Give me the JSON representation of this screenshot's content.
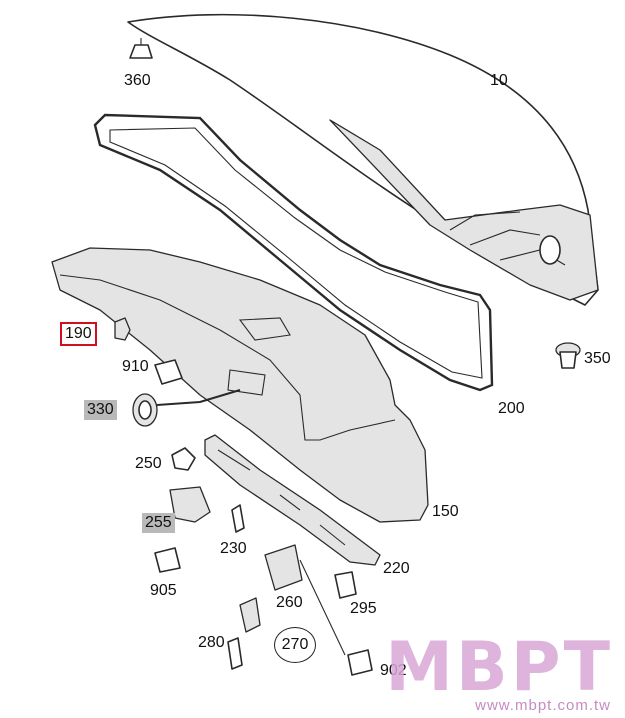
{
  "callouts": {
    "p10": "10",
    "p150": "150",
    "p190": "190",
    "p200": "200",
    "p220": "220",
    "p230": "230",
    "p250": "250",
    "p255": "255",
    "p260": "260",
    "p270": "270",
    "p280": "280",
    "p295": "295",
    "p330": "330",
    "p350": "350",
    "p360": "360",
    "p902": "902",
    "p905": "905",
    "p910": "910"
  },
  "watermark": {
    "brand": "MBPT",
    "url": "www.mbpt.com.tw",
    "color": "#d9a6d6"
  },
  "highlight_color": "#d0101e",
  "shade_color": "#b9b9b9"
}
